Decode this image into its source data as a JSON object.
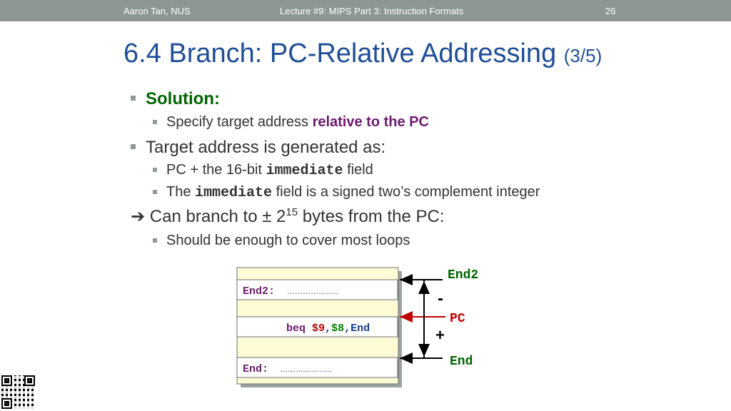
{
  "header": {
    "author": "Aaron Tan, NUS",
    "lecture": "Lecture #9: MIPS Part 3: Instruction Formats",
    "page": "26"
  },
  "title": {
    "main": "6.4 Branch: PC-Relative Addressing",
    "part": "(3/5)"
  },
  "bullets": {
    "solution": "Solution:",
    "solution_sub_prefix": "Specify target address ",
    "solution_sub_emph": "relative to the PC",
    "target": "Target address is generated as:",
    "target_sub1_prefix": "PC + the 16-bit ",
    "target_sub1_code": "immediate",
    "target_sub1_suffix": " field",
    "target_sub2_prefix": "The ",
    "target_sub2_code": "immediate",
    "target_sub2_suffix": " field is a signed two’s complement integer",
    "branch_arrow": "➔",
    "branch_prefix": "Can branch to ± 2",
    "branch_exp": "15",
    "branch_suffix": " bytes from the PC:",
    "branch_sub": "Should be enough to cover most loops"
  },
  "diagram": {
    "end2_row_label": "End2:",
    "end2_row_dots": "………………..",
    "beq_op": "beq",
    "beq_reg1": "$9",
    "beq_comma1": ",",
    "beq_reg2": "$8",
    "beq_comma2": ",",
    "beq_target": "End",
    "end_row_label": "End:",
    "end_row_dots": "………………..",
    "label_end2": "End2",
    "label_minus": "-",
    "label_pc": "PC",
    "label_plus": "+",
    "label_end": "End"
  },
  "colors": {
    "title": "#1f4e96",
    "green": "#006400",
    "purple": "#6b1a6b",
    "red": "#c00000",
    "blue": "#1a3b8c",
    "cell_yellow": "#fdfbd6"
  }
}
